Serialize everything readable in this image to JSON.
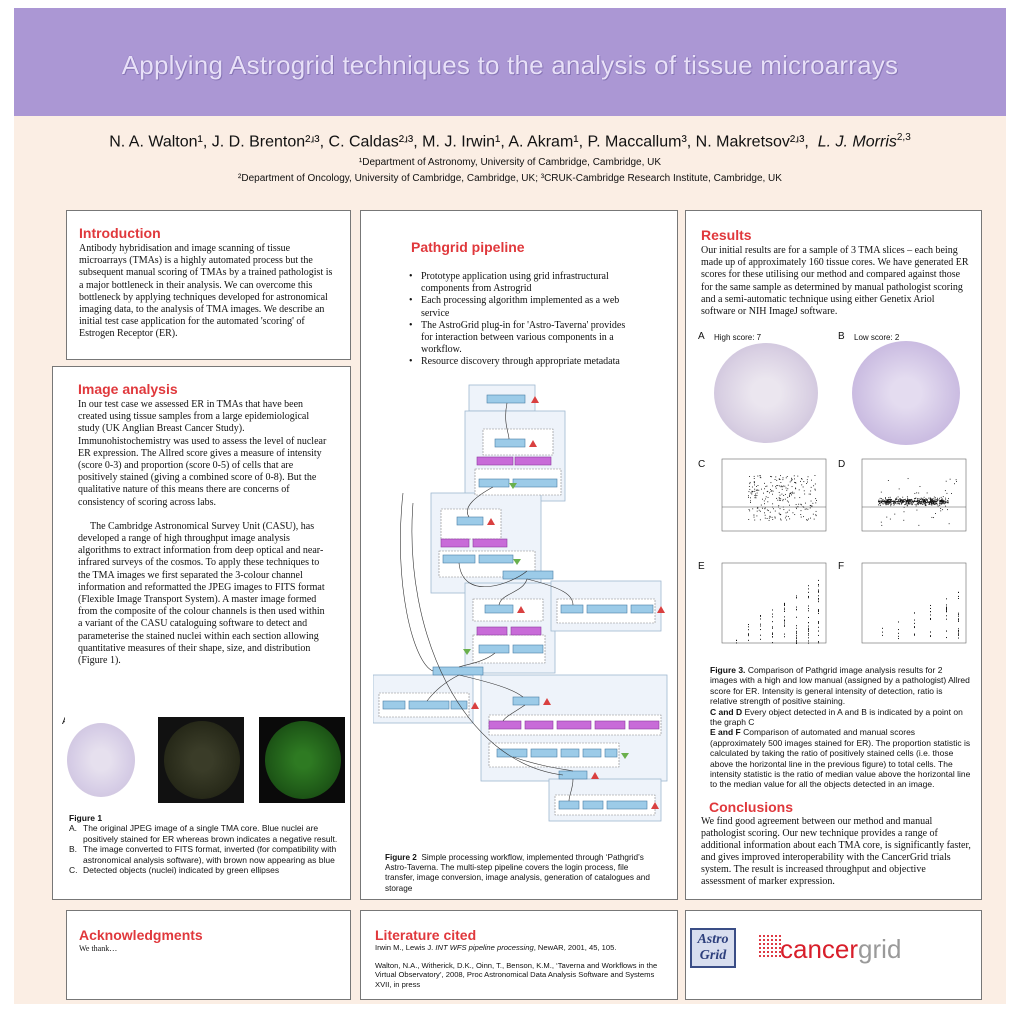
{
  "header": {
    "title": "Applying Astrogrid techniques to the analysis of tissue microarrays",
    "authors": "N. A. Walton¹, J. D. Brenton²ʴ³, C. Caldas²ʴ³, M. J. Irwin¹, A. Akram¹, P. Maccallum³, N. Makretsov²ʴ³,",
    "last_author": "L. J. Morris",
    "last_author_sup": "2,3",
    "affiliation1": "¹Department of Astronomy, University of Cambridge, Cambridge, UK",
    "affiliation2": "²Department of Oncology, University of Cambridge, Cambridge, UK; ³CRUK-Cambridge Research Institute, Cambridge, UK"
  },
  "introduction": {
    "heading": "Introduction",
    "text": "Antibody hybridisation and image scanning of tissue microarrays (TMAs) is a highly automated process but the subsequent manual scoring of TMAs by a trained pathologist is a major bottleneck in their analysis. We can overcome this bottleneck by applying techniques developed for astronomical imaging data, to the analysis of TMA images. We describe an initial test case application for the automated 'scoring' of Estrogen Receptor (ER)."
  },
  "image_analysis": {
    "heading": "Image analysis",
    "p1": "In our test case we assessed ER in TMAs that have been created using tissue samples from a large epidemiological study (UK Anglian Breast Cancer Study). Immunohistochemistry was used to assess the level of nuclear ER expression. The Allred score gives a measure of intensity (score 0-3) and proportion  (score 0-5) of cells that are positively stained (giving a combined score of 0-8). But the qualitative  nature of this means there are concerns of consistency of scoring across labs.",
    "p2": "The Cambridge Astronomical Survey Unit (CASU), has developed a range of high throughput image analysis algorithms to extract information from deep optical and near-infrared surveys of the cosmos. To apply these techniques to the TMA images  we first separated the 3-colour channel information and reformatted the JPEG images to FITS format (Flexible Image Transport System). A master image formed from the composite of the colour channels is then used within a variant of the CASU cataloguing software to detect and parameterise the stained nuclei within each section allowing quantitative measures of their shape, size, and distribution (Figure 1).",
    "panel_labels": [
      "A",
      "B",
      "C"
    ],
    "fig_title": "Figure 1",
    "fig_items": [
      {
        "letter": "A.",
        "text": "The original JPEG image of a single TMA core. Blue nuclei are positively stained for ER whereas brown indicates a negative result."
      },
      {
        "letter": "B.",
        "text": "The image converted to FITS format, inverted (for compatibility with astronomical analysis software), with brown now appearing as blue"
      },
      {
        "letter": "C.",
        "text": "Detected objects (nuclei) indicated by green ellipses"
      }
    ]
  },
  "pathgrid": {
    "heading": "Pathgrid pipeline",
    "bullets": [
      "Prototype application  using grid infrastructural components from Astrogrid",
      "Each processing algorithm implemented as a web service",
      "The AstroGrid plug-in for 'Astro-Taverna' provides for interaction between various components in a workflow.",
      "Resource discovery through appropriate metadata"
    ],
    "fig_bold": "Figure 2",
    "fig_caption": "Simple processing workflow, implemented through ‘Pathgrid’s Astro-Taverna. The multi-step pipeline covers the login process, file transfer, image conversion, image analysis, generation of catalogues and storage"
  },
  "results": {
    "heading": "Results",
    "text": "Our initial results are for a sample of 3 TMA slices – each being made up of approximately 160 tissue cores. We have generated ER scores for these utilising our method and compared against those for the same sample as determined by manual pathologist scoring and a semi-automatic technique using either Genetix Ariol software or NIH ImageJ software.",
    "panels": [
      "A",
      "B",
      "C",
      "D",
      "E",
      "F"
    ],
    "high_score": "High score: 7",
    "low_score": "Low score: 2",
    "fig_bold": "Figure 3.",
    "fig_text": "Comparison of Pathgrid image analysis results for 2 images with a high and low manual (assigned by a pathologist) Allred score for ER. Intensity is general intensity of detection, ratio is relative strength of positive staining.",
    "cd_bold": "C and D",
    "cd_text": "Every object detected in A and B is indicated by a point on the graph C",
    "ef_bold": "E and F",
    "ef_text": "Comparison of automated and manual scores (approximately 500 images stained for ER). The proportion statistic is calculated by taking the ratio of positively stained cells (i.e. those above the horizontal line in the previous figure) to total cells. The intensity statistic is the ratio of median value above the horizontal line to the median value for all the objects detected in an image."
  },
  "conclusions": {
    "heading": "Conclusions",
    "text": "We find good agreement between our method and manual pathologist scoring. Our new technique provides a range of additional information about each TMA core, is significantly faster, and gives improved interoperability with the CancerGrid trials system. The result is increased throughput and objective assessment of marker expression."
  },
  "acknowledgments": {
    "heading": "Acknowledgments",
    "text": "We thank…"
  },
  "literature": {
    "heading": "Literature cited",
    "ref1_a": "Irwin M., Lewis J.",
    "ref1_i": "INT WFS pipeline processing",
    "ref1_b": ", NewAR, 2001, 45, 105.",
    "ref2": "Walton, N.A., Witherick, D.K., Oinn, T., Benson, K.M., ‘Taverna and Workflows in the Virtual Observatory’, 2008, Proc Astronomical Data Analysis Software and Systems XVII, in press"
  },
  "logos": {
    "astro_line1": "Astro",
    "astro_line2": "Grid",
    "cancer": "cancer",
    "grid": "grid"
  },
  "colors": {
    "banner": "#ab97d4",
    "heading": "#e0383c",
    "background": "#fbeee4"
  }
}
